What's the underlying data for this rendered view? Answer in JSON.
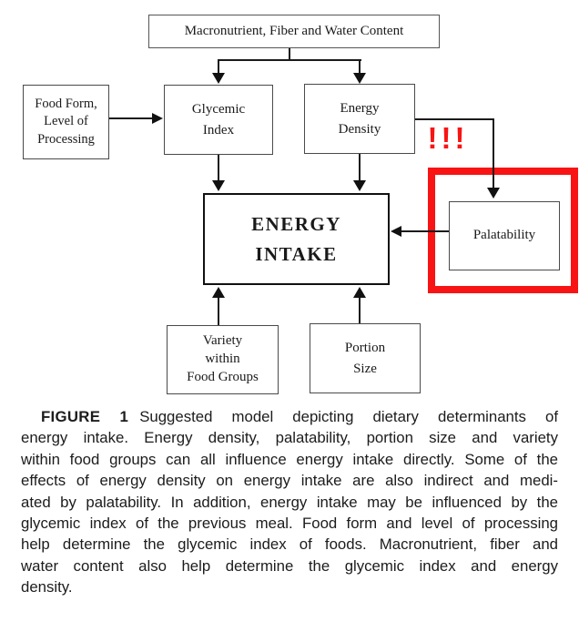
{
  "diagram": {
    "nodes": {
      "macronutrient": {
        "label": "Macronutrient, Fiber and Water Content"
      },
      "food_form": {
        "line1": "Food Form,",
        "line2": "Level of",
        "line3": "Processing"
      },
      "glycemic_index": {
        "line1": "Glycemic",
        "line2": "Index"
      },
      "energy_density": {
        "line1": "Energy",
        "line2": "Density"
      },
      "energy_intake": {
        "line1": "ENERGY",
        "line2": "INTAKE"
      },
      "palatability": {
        "label": "Palatability"
      },
      "variety": {
        "line1": "Variety",
        "line2": "within",
        "line3": "Food Groups"
      },
      "portion_size": {
        "line1": "Portion",
        "line2": "Size"
      }
    },
    "annotation": {
      "exclamation": "!!!",
      "highlight_color": "#f81414"
    }
  },
  "caption": {
    "figure_label": "FIGURE 1",
    "lines": [
      "Suggested model depicting dietary determinants of",
      "energy intake. Energy density, palatability, portion size and variety",
      "within food groups can all influence energy intake directly. Some of the",
      "effects of energy density on energy intake are also indirect and medi-",
      "ated by palatability. In addition, energy intake may be influenced by the",
      "glycemic index of the previous meal. Food form and level of processing",
      "help determine the glycemic index of foods. Macronutrient, fiber and",
      "water content also help determine the glycemic index and energy",
      "density."
    ]
  }
}
